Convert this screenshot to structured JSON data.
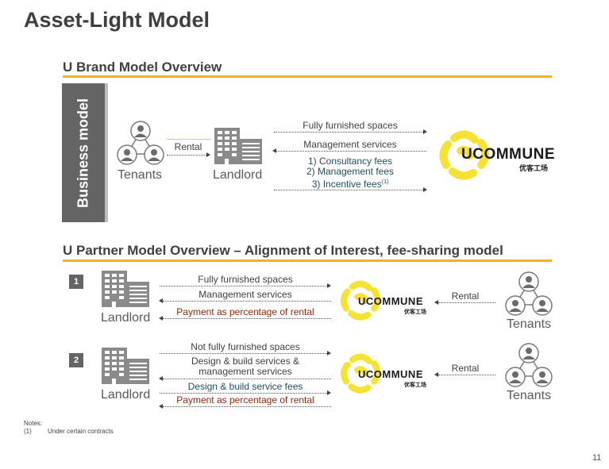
{
  "page": {
    "title": "Asset-Light Model",
    "page_number": "11"
  },
  "brand_model": {
    "section_title": "U Brand Model Overview",
    "side_label": "Business model",
    "tenants_label": "Tenants",
    "landlord_label": "Landlord",
    "rental_label": "Rental",
    "arrows": {
      "to_ucommune": "Fully furnished spaces",
      "to_landlord": "Management services",
      "fees": [
        "1) Consultancy fees",
        "2) Management fees",
        "3) Incentive fees"
      ],
      "fees_footnote": "(1)"
    },
    "brand": {
      "name": "UCOMMUNE",
      "name_cn": "优客工场"
    }
  },
  "partner_model": {
    "section_title": "U Partner Model Overview – Alignment of Interest, fee-sharing model",
    "cases": [
      {
        "number": "1",
        "landlord_label": "Landlord",
        "tenants_label": "Tenants",
        "rental_label": "Rental",
        "arrows": [
          {
            "text": "Fully furnished spaces",
            "direction": "right",
            "color": "default"
          },
          {
            "text": "Management services",
            "direction": "left",
            "color": "default"
          },
          {
            "text": "Payment as percentage of rental",
            "direction": "left",
            "color": "red"
          }
        ]
      },
      {
        "number": "2",
        "landlord_label": "Landlord",
        "tenants_label": "Tenants",
        "rental_label": "Rental",
        "arrows": [
          {
            "text": "Not fully furnished spaces",
            "direction": "right",
            "color": "default"
          },
          {
            "text": "Design & build services & management services",
            "direction": "left",
            "color": "default"
          },
          {
            "text": "Design & build service fees",
            "direction": "right",
            "color": "teal"
          },
          {
            "text": "Payment as percentage of rental",
            "direction": "left",
            "color": "red"
          }
        ],
        "arrow2_lines": [
          "Design & build services &",
          "management services"
        ]
      }
    ],
    "brand": {
      "name": "UCOMMUNE",
      "name_cn": "优客工场"
    }
  },
  "notes": {
    "heading": "Notes:",
    "items": [
      {
        "marker": "(1)",
        "text": "Under certain contracts"
      }
    ]
  },
  "colors": {
    "accent": "#f0b323",
    "brand_yellow": "#f5e232",
    "band_gray": "#646464",
    "red_text": "#8b2a0e",
    "teal_text": "#1f4e5f"
  }
}
